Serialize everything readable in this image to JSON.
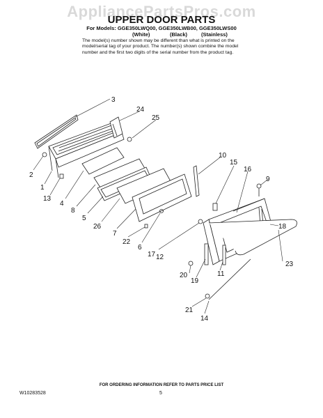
{
  "watermark": "AppliancePartsPros.com",
  "header": {
    "title": "UPPER DOOR PARTS",
    "models": "For Models: GGE350LWQ00, GGE350LWB00, GGE350LWS00",
    "color_white": "(White)",
    "color_black": "(Black)",
    "color_stainless": "(Stainless)",
    "note_line1": "The model(s) number shown may be different than what is printed on the",
    "note_line2": "model/serial tag of your product. The number(s) shown combine the model",
    "note_line3": "number and the first two digits of the serial number from the product tag."
  },
  "callouts": [
    "3",
    "24",
    "25",
    "2",
    "1",
    "13",
    "4",
    "8",
    "5",
    "26",
    "7",
    "22",
    "6",
    "10",
    "15",
    "16",
    "9",
    "18",
    "17",
    "12",
    "23",
    "20",
    "19",
    "11",
    "21",
    "14"
  ],
  "footer": {
    "ordering_info": "FOR ORDERING INFORMATION REFER TO PARTS PRICE LIST",
    "doc_number": "W10283528",
    "page_number": "5"
  }
}
